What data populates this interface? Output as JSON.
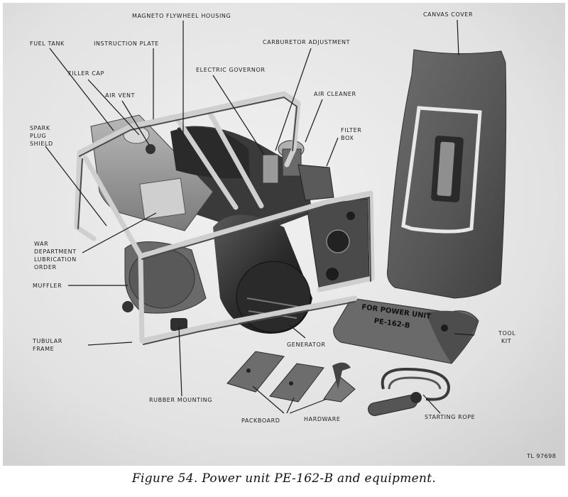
{
  "caption": "Figure 54. Power unit PE-162-B and equipment.",
  "photo_id": "TL 97698",
  "labels": {
    "fuel_tank": "FUEL TANK",
    "instruction_plate": "INSTRUCTION PLATE",
    "magneto_flywheel_housing": "MAGNETO FLYWHEEL HOUSING",
    "canvas_cover": "CANVAS COVER",
    "carburetor_adjustment": "CARBURETOR ADJUSTMENT",
    "filler_cap": "FILLER CAP",
    "electric_governor": "ELECTRIC GOVERNOR",
    "air_vent": "AIR VENT",
    "air_cleaner": "AIR CLEANER",
    "spark_plug_shield": [
      "SPARK",
      "PLUG",
      "SHIELD"
    ],
    "filter_box": [
      "FILTER",
      "BOX"
    ],
    "war_department_lubrication_order": [
      "WAR",
      "DEPARTMENT",
      "LUBRICATION",
      "ORDER"
    ],
    "muffler": "MUFFLER",
    "tubular_frame": [
      "TUBULAR",
      "FRAME"
    ],
    "generator": "GENERATOR",
    "tool_kit": [
      "TOOL",
      "KIT"
    ],
    "rubber_mounting": "RUBBER MOUNTING",
    "packboard": "PACKBOARD",
    "hardware": "HARDWARE",
    "starting_rope": "STARTING ROPE"
  },
  "photo_text": {
    "tool_kit_stencil": [
      "FOR POWER UNIT",
      "PE-162-B"
    ]
  }
}
